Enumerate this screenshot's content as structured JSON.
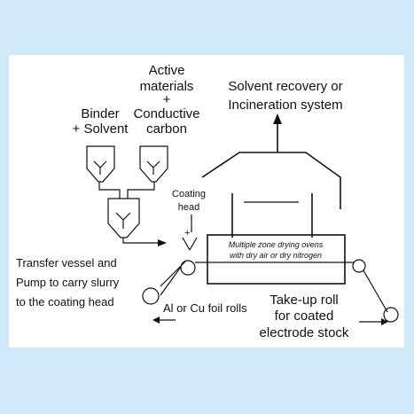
{
  "labels": {
    "active_1": "Active",
    "active_2": "materials",
    "active_plus": "+",
    "conductive": "Conductive",
    "carbon": "carbon",
    "binder": "Binder",
    "solvent": "+ Solvent",
    "recovery_1": "Solvent recovery or",
    "recovery_2": "Incineration system",
    "coating_1": "Coating",
    "coating_2": "head",
    "ovens_1": "Multiple zone drying ovens",
    "ovens_2": "with dry air or dry nitrogen",
    "transfer_1": "Transfer vessel and",
    "transfer_2": "Pump to carry slurry",
    "transfer_3": "to the coating head",
    "foil": "Al or Cu foil rolls",
    "takeup_1": "Take-up roll",
    "takeup_2": "for coated",
    "takeup_3": "electrode stock"
  }
}
